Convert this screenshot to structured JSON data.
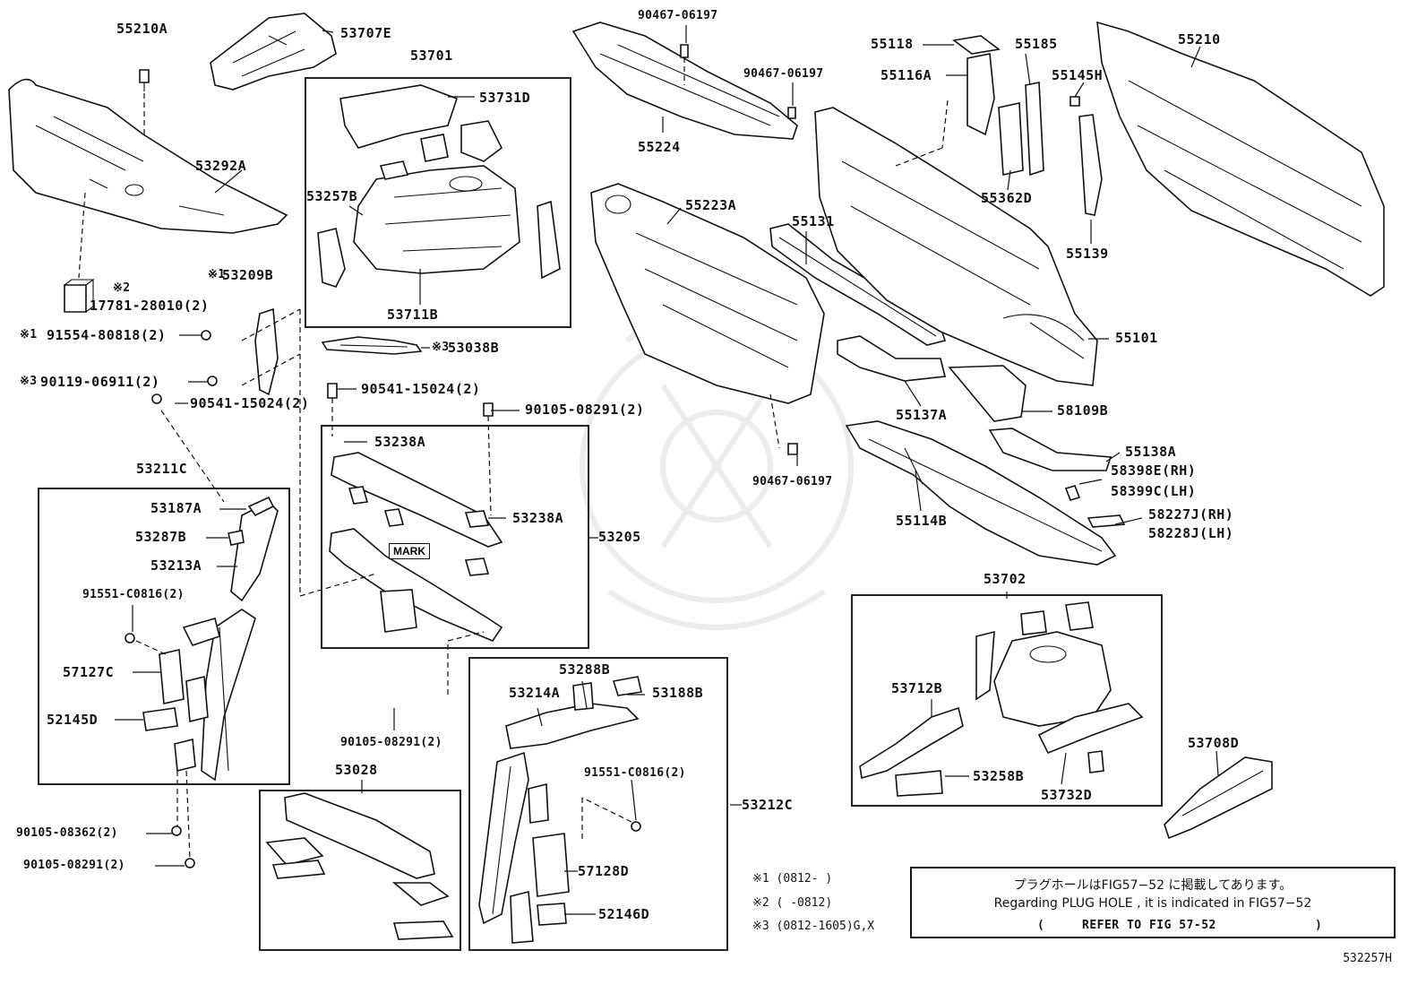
{
  "parts": [
    {
      "id": "p1",
      "label": "55210A"
    },
    {
      "id": "p2",
      "label": "53707E"
    },
    {
      "id": "p3",
      "label": "53701"
    },
    {
      "id": "p4",
      "label": "53731D"
    },
    {
      "id": "p5",
      "label": "53292A"
    },
    {
      "id": "p6",
      "label": "53257B"
    },
    {
      "id": "p7",
      "label": "53711B"
    },
    {
      "id": "p8",
      "label": "17781-28010(2)"
    },
    {
      "id": "p9",
      "label": "53209B"
    },
    {
      "id": "p10",
      "label": "91554-80818(2)"
    },
    {
      "id": "p11",
      "label": "53038B"
    },
    {
      "id": "p12",
      "label": "90119-06911(2)"
    },
    {
      "id": "p13",
      "label": "90541-15024(2)"
    },
    {
      "id": "p14",
      "label": "90541-15024(2)"
    },
    {
      "id": "p15",
      "label": "90105-08291(2)"
    },
    {
      "id": "p16",
      "label": "53238A"
    },
    {
      "id": "p17",
      "label": "53211C"
    },
    {
      "id": "p18",
      "label": "53187A"
    },
    {
      "id": "p19",
      "label": "53238A"
    },
    {
      "id": "p20",
      "label": "53287B"
    },
    {
      "id": "p21",
      "label": "53205"
    },
    {
      "id": "p22",
      "label": "53213A"
    },
    {
      "id": "p23",
      "label": "91551-C0816(2)"
    },
    {
      "id": "p24",
      "label": "57127C"
    },
    {
      "id": "p25",
      "label": "52145D"
    },
    {
      "id": "p26",
      "label": "90105-08291(2)"
    },
    {
      "id": "p27",
      "label": "53288B"
    },
    {
      "id": "p28",
      "label": "53214A"
    },
    {
      "id": "p29",
      "label": "53188B"
    },
    {
      "id": "p30",
      "label": "91551-C0816(2)"
    },
    {
      "id": "p31",
      "label": "53028"
    },
    {
      "id": "p32",
      "label": "53212C"
    },
    {
      "id": "p33",
      "label": "90105-08362(2)"
    },
    {
      "id": "p34",
      "label": "90105-08291(2)"
    },
    {
      "id": "p35",
      "label": "57128D"
    },
    {
      "id": "p36",
      "label": "52146D"
    },
    {
      "id": "p37",
      "label": "90467-06197"
    },
    {
      "id": "p38",
      "label": "90467-06197"
    },
    {
      "id": "p39",
      "label": "55224"
    },
    {
      "id": "p40",
      "label": "55223A"
    },
    {
      "id": "p41",
      "label": "55131"
    },
    {
      "id": "p42",
      "label": "55118"
    },
    {
      "id": "p43",
      "label": "55185"
    },
    {
      "id": "p44",
      "label": "55116A"
    },
    {
      "id": "p45",
      "label": "55145H"
    },
    {
      "id": "p46",
      "label": "55210"
    },
    {
      "id": "p47",
      "label": "55362D"
    },
    {
      "id": "p48",
      "label": "55139"
    },
    {
      "id": "p49",
      "label": "55101"
    },
    {
      "id": "p50",
      "label": "55137A"
    },
    {
      "id": "p51",
      "label": "58109B"
    },
    {
      "id": "p52",
      "label": "55138A"
    },
    {
      "id": "p53",
      "label": "90467-06197"
    },
    {
      "id": "p54",
      "label": "58398E(RH)"
    },
    {
      "id": "p55",
      "label": "58399C(LH)"
    },
    {
      "id": "p56",
      "label": "55114B"
    },
    {
      "id": "p57",
      "label": "58227J(RH)"
    },
    {
      "id": "p58",
      "label": "58228J(LH)"
    },
    {
      "id": "p59",
      "label": "53702"
    },
    {
      "id": "p60",
      "label": "53712B"
    },
    {
      "id": "p61",
      "label": "53708D"
    },
    {
      "id": "p62",
      "label": "53258B"
    },
    {
      "id": "p63",
      "label": "53732D"
    }
  ],
  "marks": {
    "m1": "※2",
    "m2": "※1",
    "m3": "※1",
    "m4": "※3",
    "m5": "※3"
  },
  "mark_label": "MARK",
  "footnotes": [
    "※1 (0812-      )",
    "※2 (      -0812)",
    "※3 (0812-1605)G,X"
  ],
  "notice": {
    "jp": "プラグホールはFIG57−52 に掲載してあります。",
    "en": "Regarding  PLUG HOLE , it is indicated in FIG57−52",
    "ref_open": "(",
    "ref_text": "REFER TO FIG 57-52",
    "ref_close": ")"
  },
  "illustration_number": "532257H"
}
